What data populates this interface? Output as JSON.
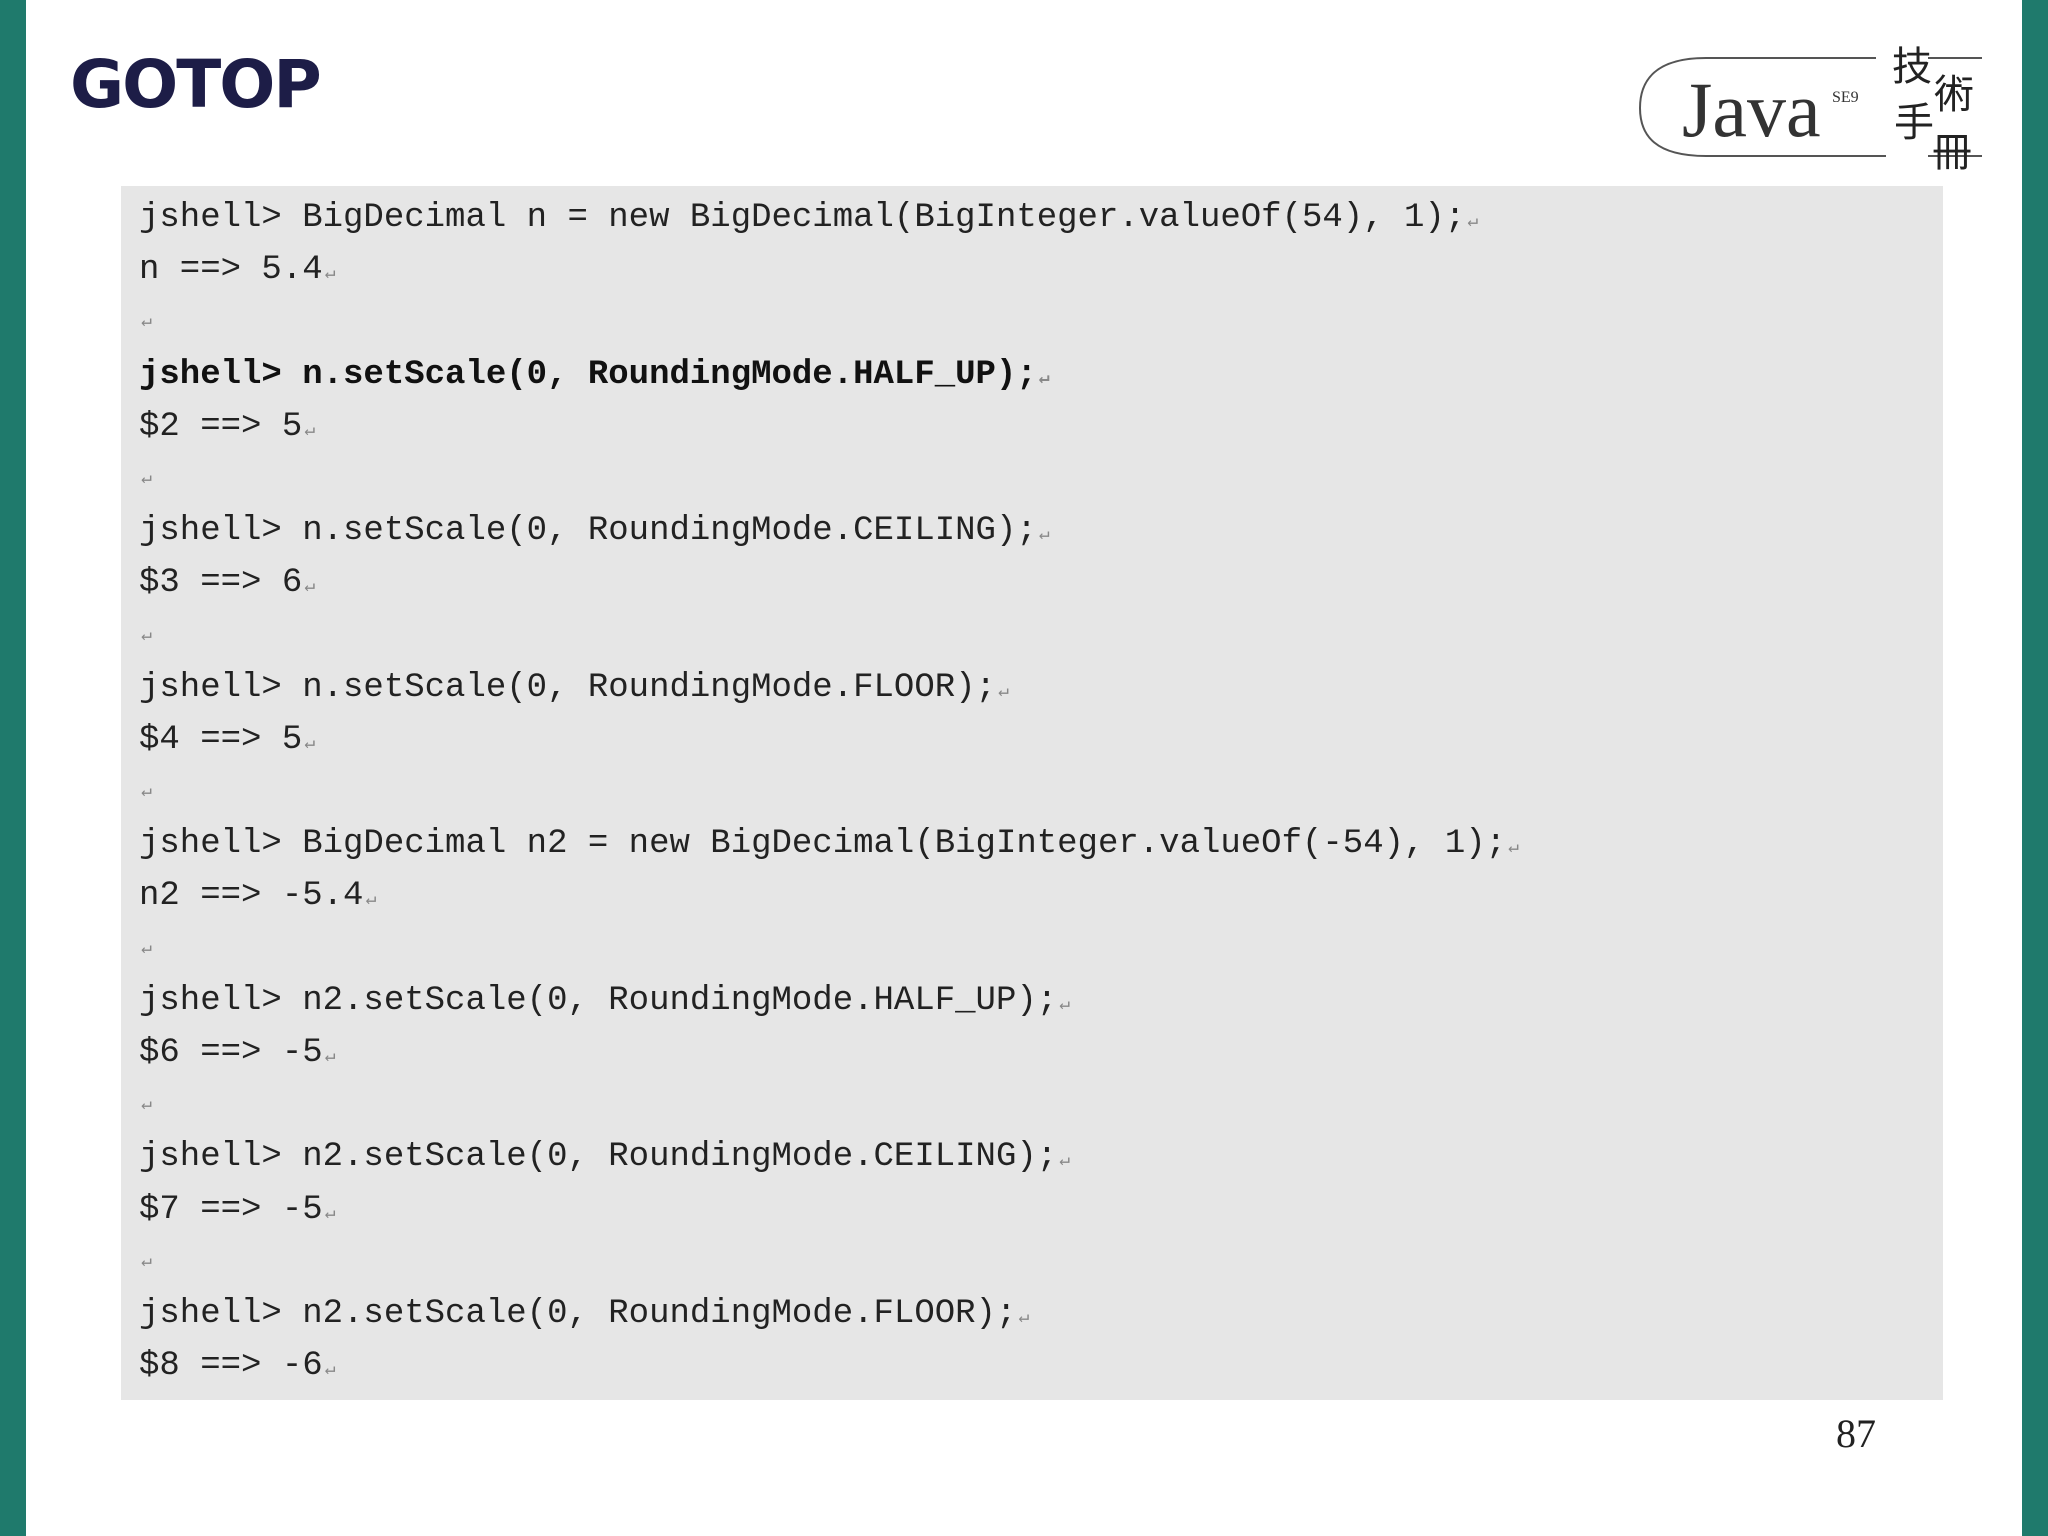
{
  "header": {
    "publisher_logo": "GOTOP",
    "book_logo": {
      "title": "Java",
      "edition": "SE9",
      "subtitle_chars": "技術手冊"
    }
  },
  "code": {
    "line_mark": "↵",
    "lines": [
      {
        "text": "jshell> BigDecimal n = new BigDecimal(BigInteger.valueOf(54), 1);",
        "bold": false
      },
      {
        "text": "n ==> 5.4",
        "bold": false
      },
      {
        "text": "",
        "bold": false
      },
      {
        "text": "jshell> n.setScale(0, RoundingMode.HALF_UP);",
        "bold": true
      },
      {
        "text": "$2 ==> 5",
        "bold": false
      },
      {
        "text": "",
        "bold": false
      },
      {
        "text": "jshell> n.setScale(0, RoundingMode.CEILING);",
        "bold": false
      },
      {
        "text": "$3 ==> 6",
        "bold": false
      },
      {
        "text": "",
        "bold": false
      },
      {
        "text": "jshell> n.setScale(0, RoundingMode.FLOOR);",
        "bold": false
      },
      {
        "text": "$4 ==> 5",
        "bold": false
      },
      {
        "text": "",
        "bold": false
      },
      {
        "text": "jshell> BigDecimal n2 = new BigDecimal(BigInteger.valueOf(-54), 1);",
        "bold": false
      },
      {
        "text": "n2 ==> -5.4",
        "bold": false
      },
      {
        "text": "",
        "bold": false
      },
      {
        "text": "jshell> n2.setScale(0, RoundingMode.HALF_UP);",
        "bold": false
      },
      {
        "text": "$6 ==> -5",
        "bold": false
      },
      {
        "text": "",
        "bold": false
      },
      {
        "text": "jshell> n2.setScale(0, RoundingMode.CEILING);",
        "bold": false
      },
      {
        "text": "$7 ==> -5",
        "bold": false
      },
      {
        "text": "",
        "bold": false
      },
      {
        "text": "jshell> n2.setScale(0, RoundingMode.FLOOR);",
        "bold": false
      },
      {
        "text": "$8 ==> -6",
        "bold": false
      }
    ]
  },
  "footer": {
    "page_number": "87"
  },
  "colors": {
    "side_bar": "#1f7a6c",
    "code_background": "#e6e6e6",
    "logo_dark": "#1d1d47"
  }
}
